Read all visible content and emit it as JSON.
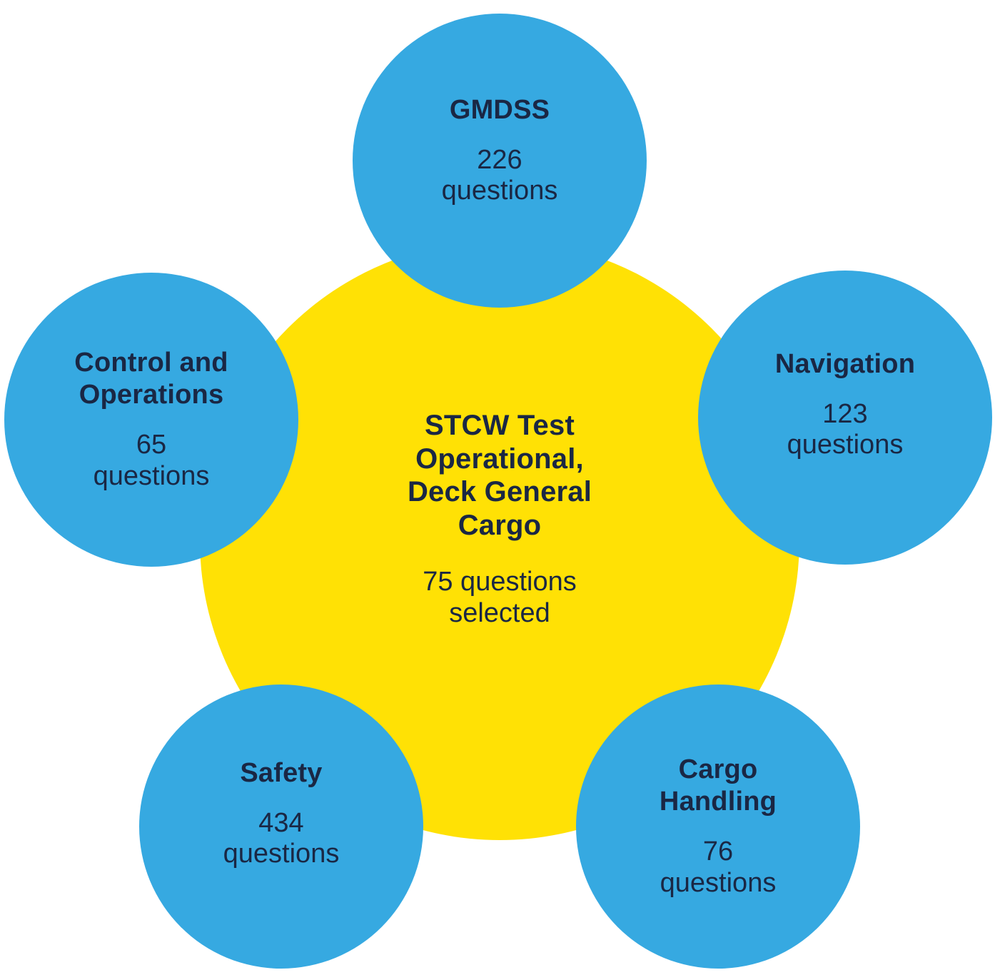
{
  "hub": {
    "title_lines": [
      "STCW Test",
      "Operational,",
      "Deck General",
      "Cargo"
    ],
    "subtitle_lines": [
      "75 questions",
      "selected"
    ]
  },
  "nodes": [
    {
      "id": "gmdss",
      "title_lines": [
        "GMDSS"
      ],
      "count_lines": [
        "226",
        "questions"
      ]
    },
    {
      "id": "control",
      "title_lines": [
        "Control and",
        "Operations"
      ],
      "count_lines": [
        "65",
        "questions"
      ]
    },
    {
      "id": "navigation",
      "title_lines": [
        "Navigation"
      ],
      "count_lines": [
        "123",
        "questions"
      ]
    },
    {
      "id": "safety",
      "title_lines": [
        "Safety"
      ],
      "count_lines": [
        "434",
        "questions"
      ]
    },
    {
      "id": "cargo",
      "title_lines": [
        "Cargo",
        "Handling"
      ],
      "count_lines": [
        "76",
        "questions"
      ]
    }
  ],
  "colors": {
    "hub_fill": "#FFE105",
    "node_fill": "#36A9E1",
    "text": "#1A2744",
    "background": "#FFFFFF"
  }
}
